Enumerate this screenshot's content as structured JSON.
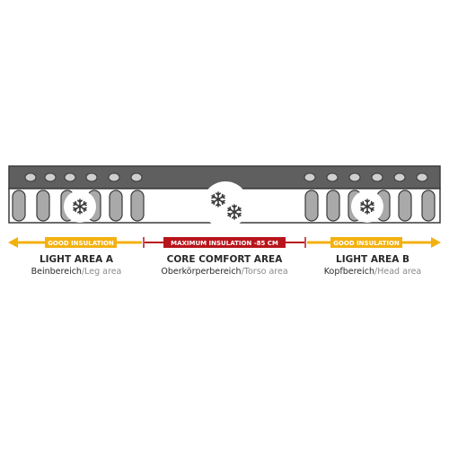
{
  "zones": [
    {
      "title": "LIGHT AREA A",
      "sub_de": "Beinbereich",
      "sub_en": "Leg area",
      "band": "GOOD INSULATION"
    },
    {
      "title": "CORE COMFORT AREA",
      "sub_de": "Oberkörperbereich",
      "sub_en": "Torso area",
      "band": "MAXIMUM INSULATION -85 CM"
    },
    {
      "title": "LIGHT AREA B",
      "sub_de": "Kopfbereich",
      "sub_en": "Head area",
      "band": "GOOD INSULATION"
    }
  ],
  "separator": "/",
  "icons": [
    "snowflake-icon",
    "snowflake-icon",
    "snowflake-icon",
    "snowflake-icon"
  ],
  "colors": {
    "good_insulation": "#f3b111",
    "maximum_insulation": "#b8141b",
    "top_layer": "#5f5f5f",
    "spring_fill": "#a9a9a9",
    "outline": "#3a3a3a",
    "title_text": "#2a2a2a",
    "muted_text": "#8a8a8a"
  }
}
